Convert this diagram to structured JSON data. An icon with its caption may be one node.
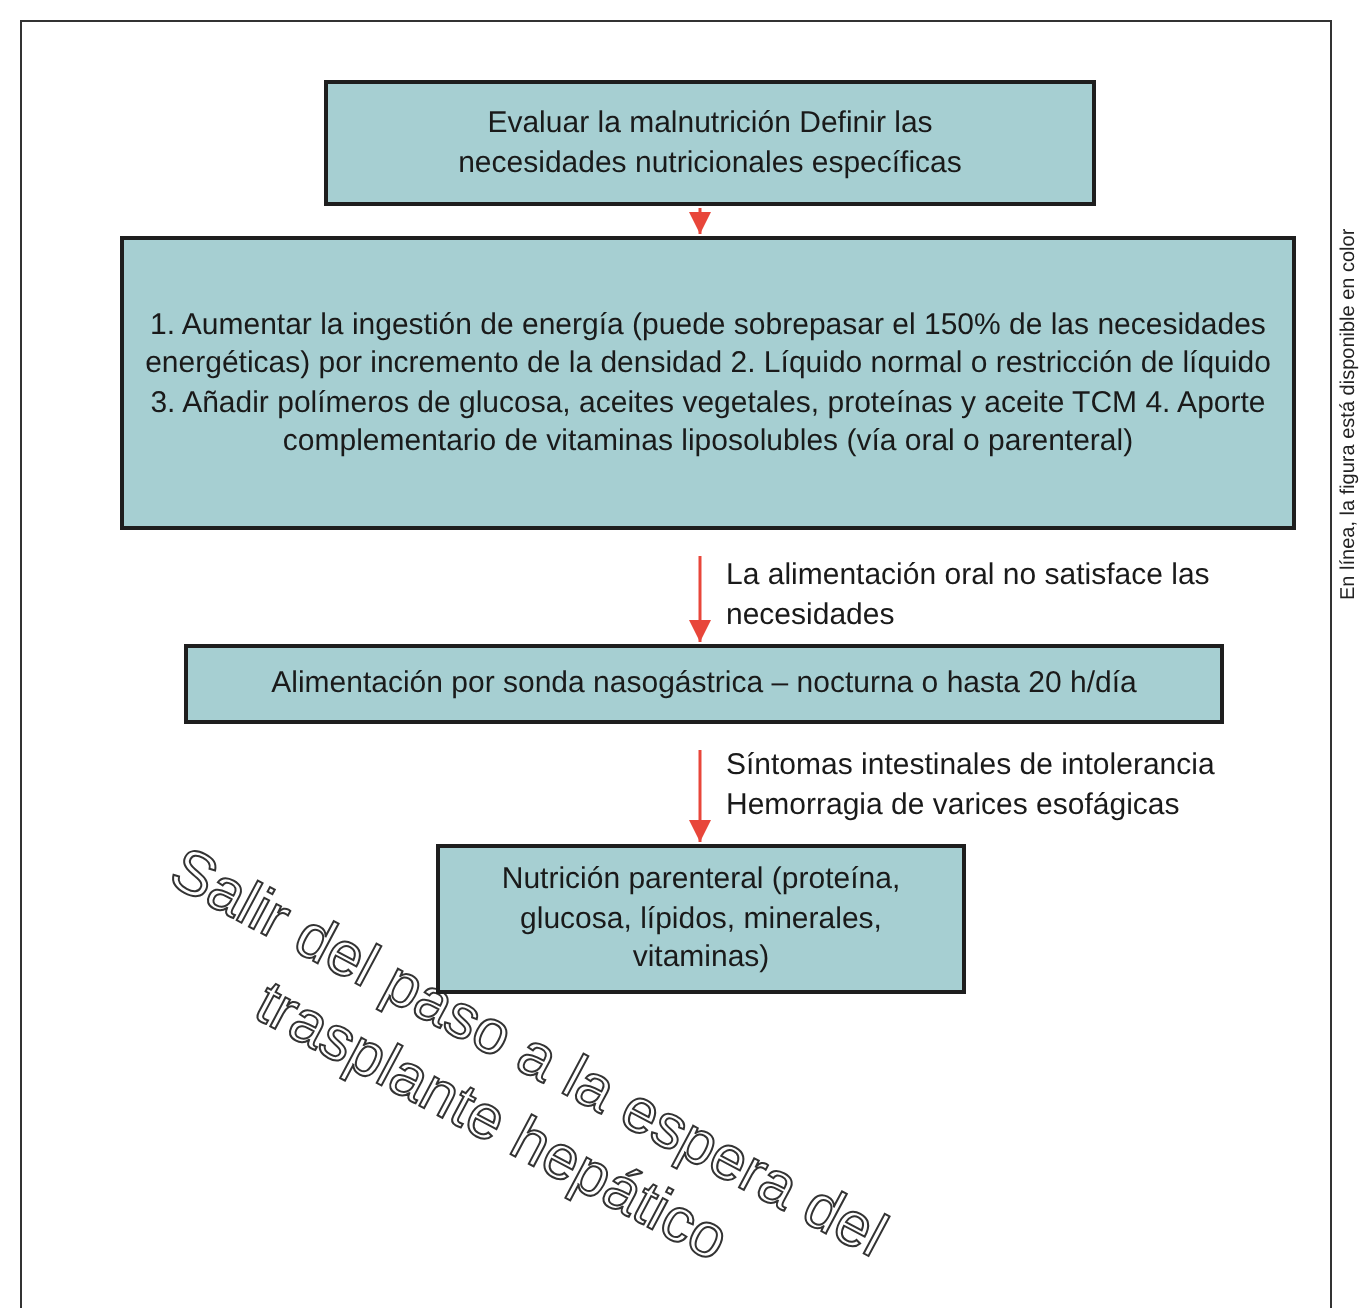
{
  "diagram": {
    "nodes": [
      {
        "text": [
          "Evaluar la malnutrición Definir las necesidades nutricionales específicas"
        ]
      },
      {
        "text": [
          "1. Aumentar la ingestión de energía (puede sobrepasar el 150% de las necesidades energéticas) por incremento de la densidad 2. Líquido normal o restricción de líquido 3. Añadir polímeros de glucosa, aceites vegetales, proteínas y aceite TCM 4. Aporte complementario de vitaminas liposolubles (vía oral o parenteral)"
        ]
      },
      {
        "text": [
          "Alimentación por sonda nasogástrica – nocturna o hasta 20 h/día"
        ]
      },
      {
        "text": [
          "Nutrición parenteral (proteína, glucosa, lípidos, minerales, vitaminas)"
        ]
      }
    ],
    "edges": [
      {
        "from": 0,
        "to": 1,
        "arrow": "to"
      },
      {
        "from": 1,
        "to": 2,
        "arrow": "to",
        "label": "La alimentación oral no satisface las necesidades"
      },
      {
        "from": 2,
        "to": 3,
        "arrow": "to",
        "label": "Síntomas intestinales de intolerancia Hemorragia de varices esofágicas"
      }
    ],
    "labels": [
      "Salir del paso a la espera del trasplante hepático",
      "En línea, la figura está disponible en color"
    ]
  }
}
